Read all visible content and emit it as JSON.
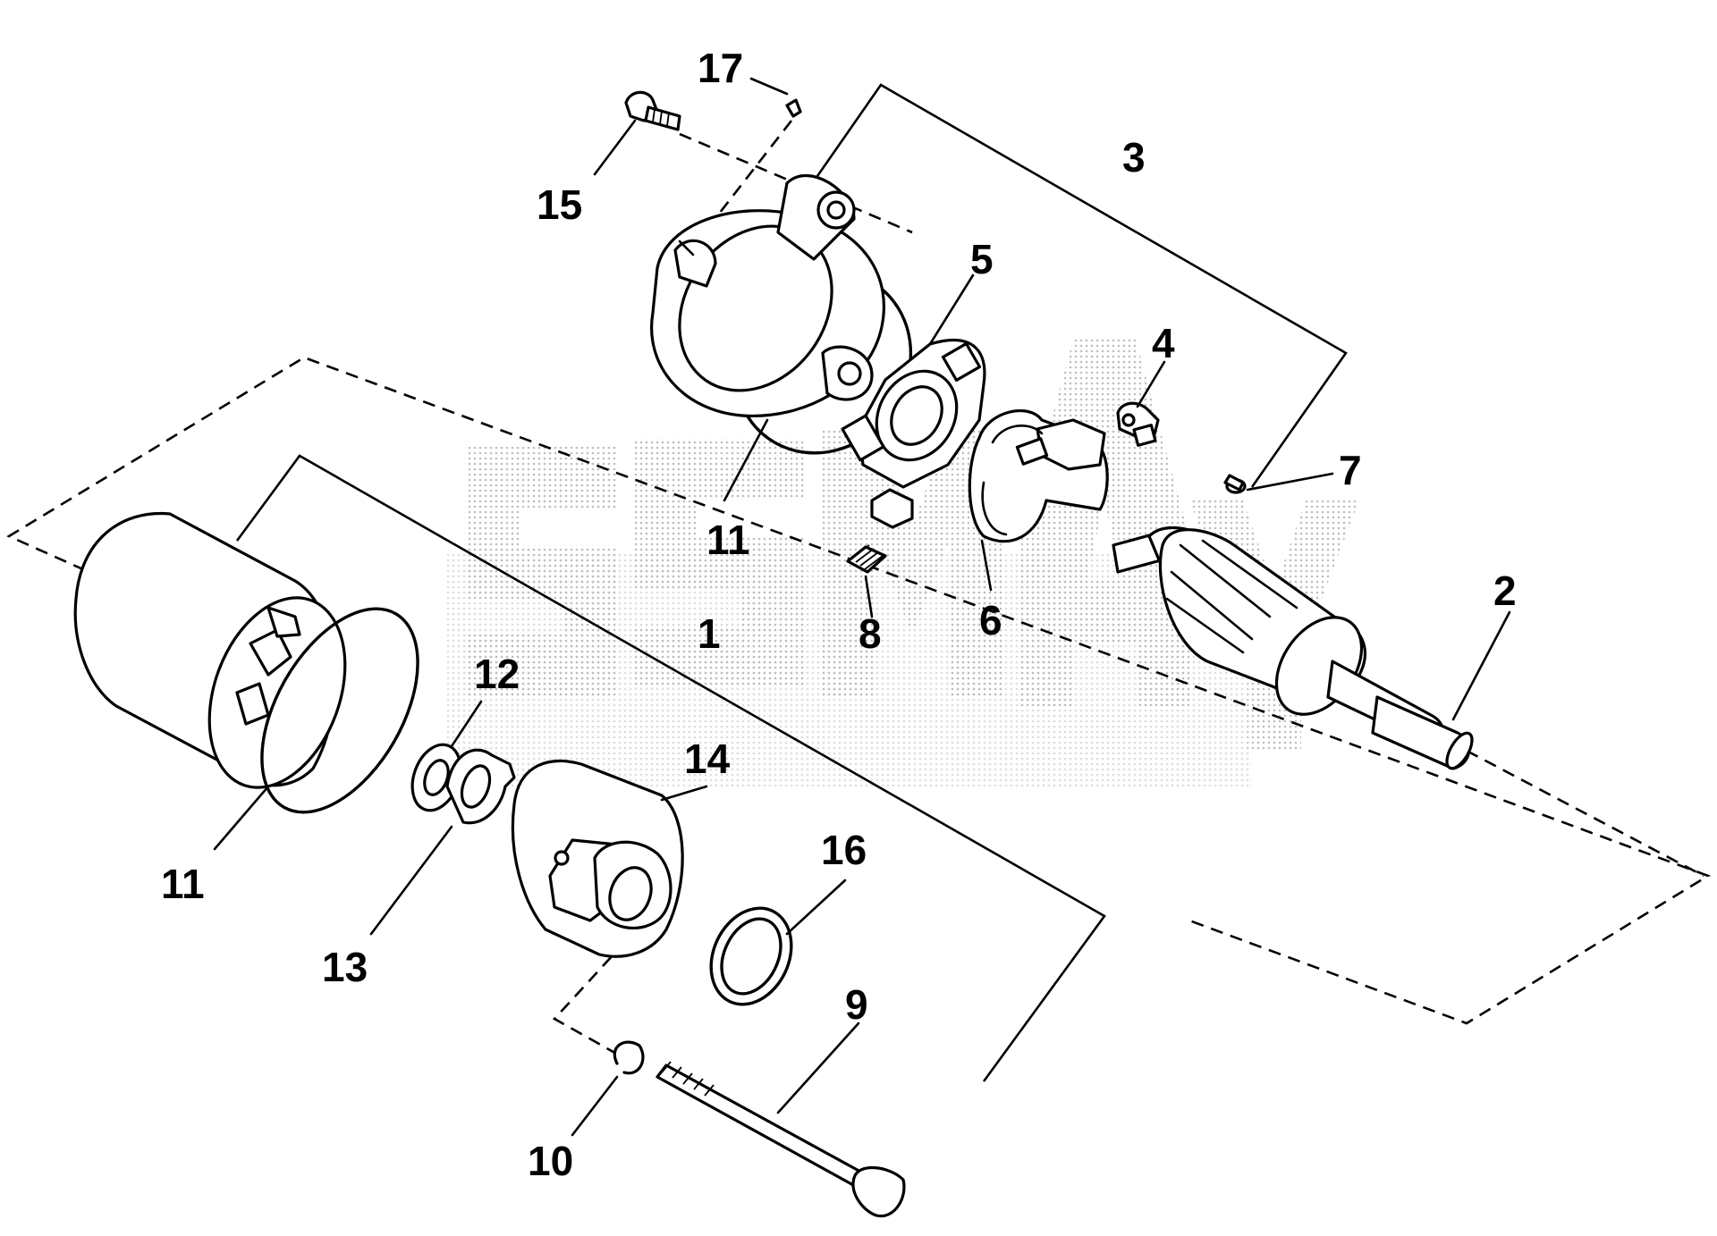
{
  "diagram": {
    "type": "exploded-parts-view",
    "callouts": [
      {
        "id": "1",
        "label": "1"
      },
      {
        "id": "2",
        "label": "2"
      },
      {
        "id": "3",
        "label": "3"
      },
      {
        "id": "4",
        "label": "4"
      },
      {
        "id": "5",
        "label": "5"
      },
      {
        "id": "6",
        "label": "6"
      },
      {
        "id": "7",
        "label": "7"
      },
      {
        "id": "8",
        "label": "8"
      },
      {
        "id": "9",
        "label": "9"
      },
      {
        "id": "10",
        "label": "10"
      },
      {
        "id": "11a",
        "label": "11"
      },
      {
        "id": "11b",
        "label": "11"
      },
      {
        "id": "12",
        "label": "12"
      },
      {
        "id": "13",
        "label": "13"
      },
      {
        "id": "14",
        "label": "14"
      },
      {
        "id": "15",
        "label": "15"
      },
      {
        "id": "16",
        "label": "16"
      },
      {
        "id": "17",
        "label": "17"
      }
    ]
  },
  "watermark": {
    "text": "PSMAY"
  },
  "colors": {
    "line": "#000000",
    "background": "#ffffff",
    "watermark": "#9a9a9a"
  }
}
